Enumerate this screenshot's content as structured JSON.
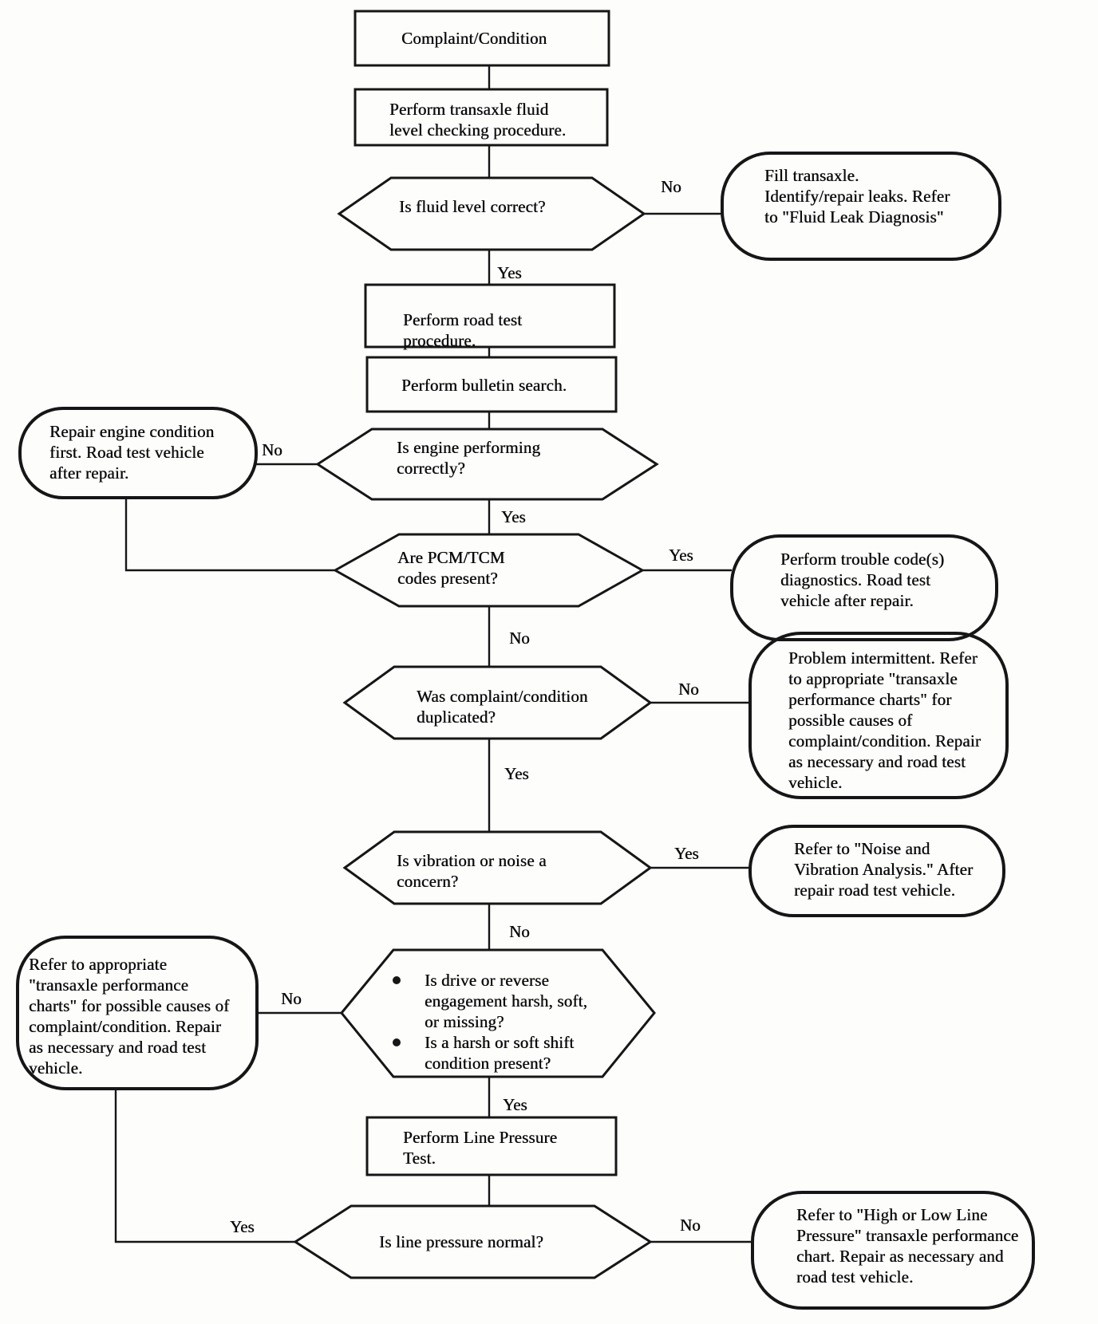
{
  "flowchart": {
    "colors": {
      "ink": "#161616",
      "paper": "#fdfdfc"
    },
    "nodes": {
      "start": "Complaint/Condition",
      "fluid_check": "Perform transaxle fluid\nlevel checking procedure.",
      "q_fluid_level": "Is fluid level correct?",
      "fill_transaxle": "Fill transaxle.\nIdentify/repair leaks. Refer\nto \"Fluid Leak Diagnosis\"",
      "road_test": "Perform road test\nprocedure.",
      "bulletin_search": "Perform bulletin search.",
      "q_engine": "Is engine performing\ncorrectly?",
      "repair_engine": "Repair engine condition\nfirst. Road test vehicle\nafter repair.",
      "q_codes": "Are PCM/TCM\ncodes present?",
      "trouble_codes": "Perform trouble code(s)\ndiagnostics. Road test\nvehicle after repair.",
      "q_duplicated": "Was complaint/condition\nduplicated?",
      "intermittent": "Problem intermittent. Refer\nto appropriate \"transaxle\nperformance charts\" for\npossible causes of\ncomplaint/condition. Repair\nas necessary and road test\nvehicle.",
      "q_vibration": "Is vibration or noise a\nconcern?",
      "noise_vibration": "Refer to \"Noise and\nVibration Analysis.\" After\nrepair road test vehicle.",
      "q_engagement_bullet1": "Is drive or reverse\nengagement harsh, soft,\nor missing?",
      "q_engagement_bullet2": "Is a harsh or soft shift\ncondition present?",
      "charts_referral": "Refer to appropriate\n\"transaxle performance\ncharts\" for possible causes of\ncomplaint/condition. Repair\nas necessary and road test\nvehicle.",
      "line_pressure_test": "Perform Line Pressure\nTest.",
      "q_line_pressure": "Is line pressure normal?",
      "high_low_pressure": "Refer to \"High or Low Line\nPressure\" transaxle performance\nchart. Repair as necessary and\nroad test vehicle."
    },
    "labels": {
      "fluid_no": "No",
      "fluid_yes": "Yes",
      "engine_no": "No",
      "engine_yes": "Yes",
      "codes_yes": "Yes",
      "codes_no": "No",
      "dup_no": "No",
      "dup_yes": "Yes",
      "vib_yes": "Yes",
      "vib_no": "No",
      "engage_no": "No",
      "engage_yes": "Yes",
      "lp_yes": "Yes",
      "lp_no": "No"
    }
  }
}
